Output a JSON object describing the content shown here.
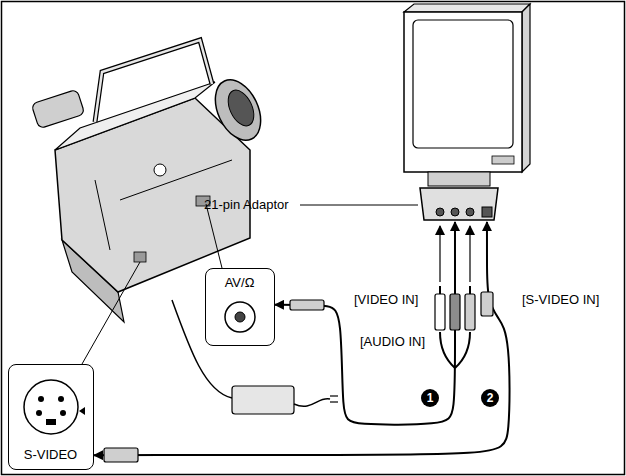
{
  "diagram": {
    "nodes": [
      {
        "text": [
          "21-pin Adaptor"
        ]
      },
      {
        "text": [
          "AV/Ω"
        ]
      },
      {
        "text": [
          "S-VIDEO"
        ]
      }
    ],
    "edges": [
      {
        "from": 1,
        "to": 0,
        "arrow": "both"
      },
      {
        "from": 2,
        "to": 0,
        "arrow": "both"
      }
    ],
    "labels": [
      "[VIDEO IN]",
      "[AUDIO IN]",
      "[S-VIDEO IN]",
      "1",
      "2"
    ]
  }
}
